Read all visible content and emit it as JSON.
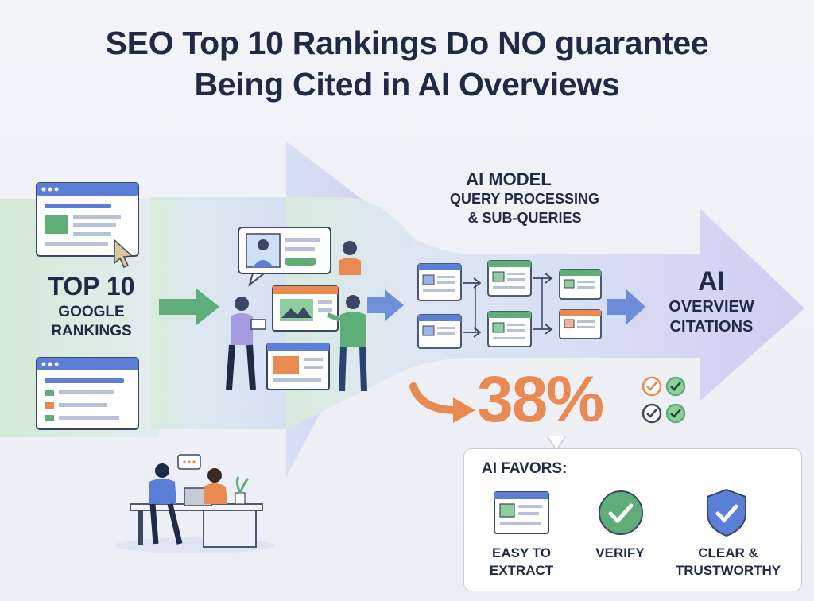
{
  "title": {
    "line1": "SEO Top 10 Rankings Do NO guarantee",
    "line2": "Being Cited in AI Overviews"
  },
  "left": {
    "big": "TOP 10",
    "line1": "GOOGLE",
    "line2": "RANKINGS"
  },
  "ai_model": {
    "title": "AI MODEL",
    "line1": "QUERY PROCESSING",
    "line2": "& SUB-QUERIES"
  },
  "ai_overview": {
    "big": "AI",
    "line1": "OVERVIEW",
    "line2": "CITATIONS"
  },
  "stat": {
    "value": "38%"
  },
  "favors": {
    "title": "AI FAVORS:",
    "items": [
      {
        "line1": "EASY TO",
        "line2": "EXTRACT",
        "icon": "document-icon"
      },
      {
        "line1": "VERIFY",
        "line2": "",
        "icon": "check-circle-icon"
      },
      {
        "line1": "CLEAR &",
        "line2": "TRUSTWORTHY",
        "icon": "shield-check-icon"
      }
    ]
  },
  "colors": {
    "title": "#1f2a44",
    "green": "#5fae7a",
    "orange": "#e98a52",
    "blue": "#5b7fd6",
    "purple": "#a59ae0"
  }
}
